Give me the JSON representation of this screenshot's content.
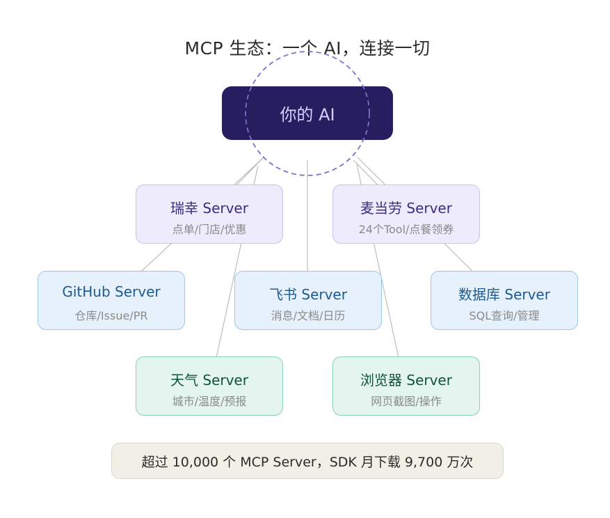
{
  "title": "MCP 生态：一个 AI，连接一切",
  "center": {
    "label": "你的 AI"
  },
  "colors": {
    "ai_fill": "#261e5e",
    "ring": "#7b6fcf",
    "wire": "#bdbdbd",
    "purple_fill": "#eeebfc",
    "blue_fill": "#e6f1fb",
    "green_fill": "#e3f5ee",
    "footer_fill": "#f2efe7"
  },
  "servers": [
    {
      "name": "瑞幸 Server",
      "desc": "点单/门店/优惠",
      "tone": "purple"
    },
    {
      "name": "麦当劳 Server",
      "desc": "24个Tool/点餐领券",
      "tone": "purple"
    },
    {
      "name": "GitHub Server",
      "desc": "仓库/Issue/PR",
      "tone": "blue"
    },
    {
      "name": "飞书 Server",
      "desc": "消息/文档/日历",
      "tone": "blue"
    },
    {
      "name": "数据库 Server",
      "desc": "SQL查询/管理",
      "tone": "blue"
    },
    {
      "name": "天气 Server",
      "desc": "城市/温度/预报",
      "tone": "green"
    },
    {
      "name": "浏览器 Server",
      "desc": "网页截图/操作",
      "tone": "green"
    }
  ],
  "footer": {
    "text": "超过 10,000 个 MCP Server，SDK 月下载 9,700 万次"
  }
}
